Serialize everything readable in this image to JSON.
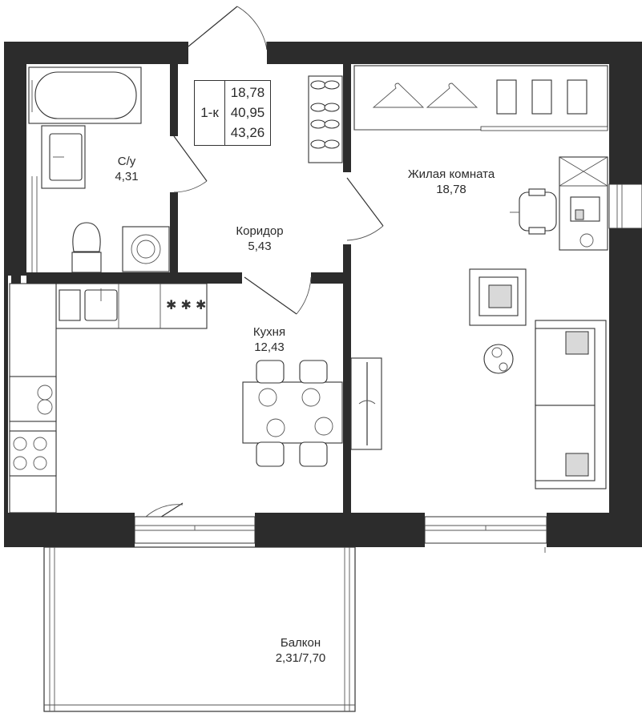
{
  "summary": {
    "type": "1-к",
    "areas": [
      "18,78",
      "40,95",
      "43,26"
    ]
  },
  "rooms": {
    "bathroom": {
      "name": "С/у",
      "area": "4,31"
    },
    "corridor": {
      "name": "Коридор",
      "area": "5,43"
    },
    "living": {
      "name": "Жилая комната",
      "area": "18,78"
    },
    "kitchen": {
      "name": "Кухня",
      "area": "12,43"
    },
    "balcony": {
      "name": "Балкон",
      "area": "2,31/7,70"
    }
  },
  "colors": {
    "wall": "#2c2c2c",
    "line": "#333333",
    "background": "#ffffff"
  }
}
